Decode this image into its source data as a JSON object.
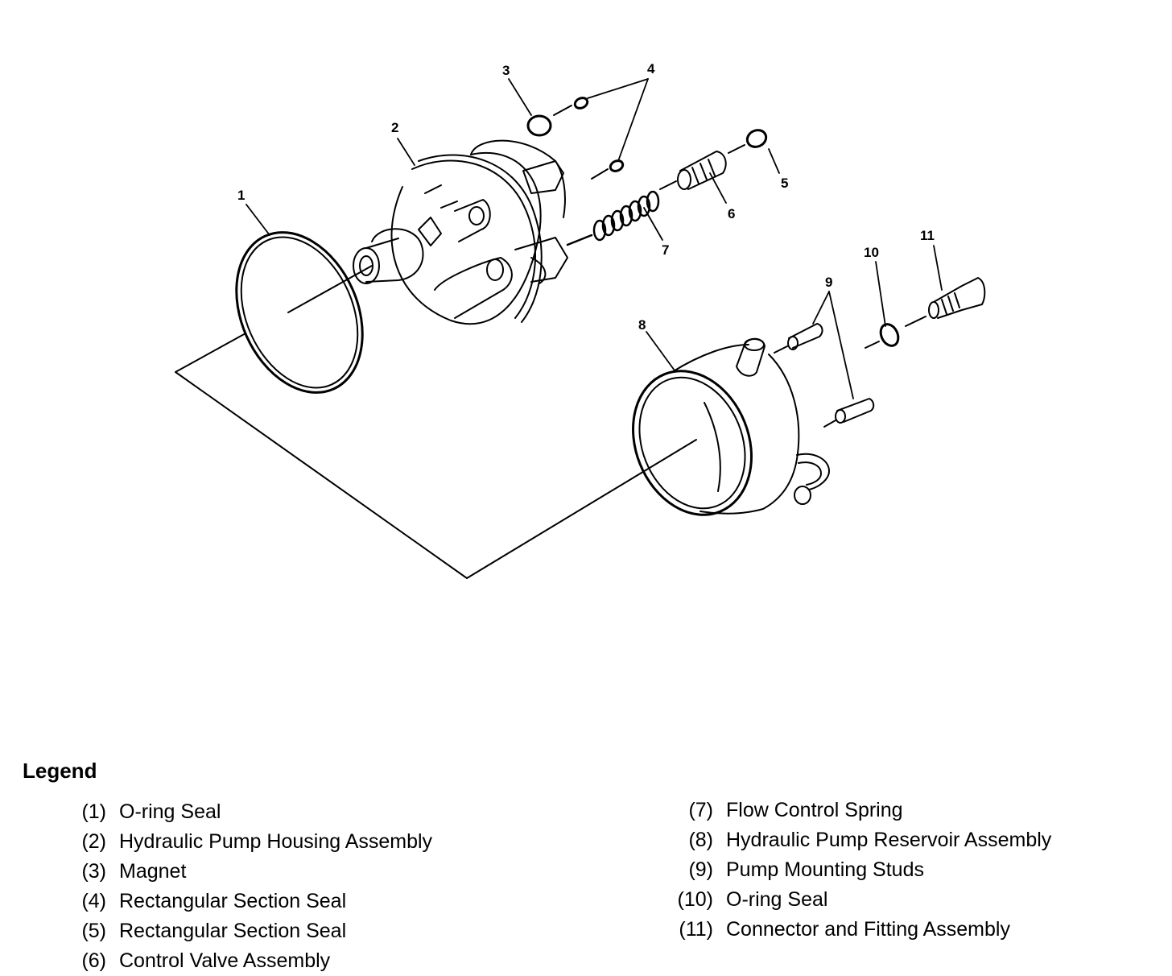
{
  "callouts": [
    "1",
    "2",
    "3",
    "4",
    "5",
    "6",
    "7",
    "8",
    "9",
    "10",
    "11"
  ],
  "legend": {
    "title": "Legend",
    "left": [
      {
        "num": "(1)",
        "text": "O-ring Seal"
      },
      {
        "num": "(2)",
        "text": "Hydraulic Pump Housing Assembly"
      },
      {
        "num": "(3)",
        "text": "Magnet"
      },
      {
        "num": "(4)",
        "text": "Rectangular Section Seal"
      },
      {
        "num": "(5)",
        "text": "Rectangular Section Seal"
      },
      {
        "num": "(6)",
        "text": "Control Valve Assembly"
      }
    ],
    "right": [
      {
        "num": "(7)",
        "text": "Flow Control Spring"
      },
      {
        "num": "(8)",
        "text": "Hydraulic Pump Reservoir Assembly"
      },
      {
        "num": "(9)",
        "text": "Pump Mounting Studs"
      },
      {
        "num": "(10)",
        "text": "O-ring Seal"
      },
      {
        "num": "(11)",
        "text": "Connector and Fitting Assembly"
      }
    ]
  }
}
